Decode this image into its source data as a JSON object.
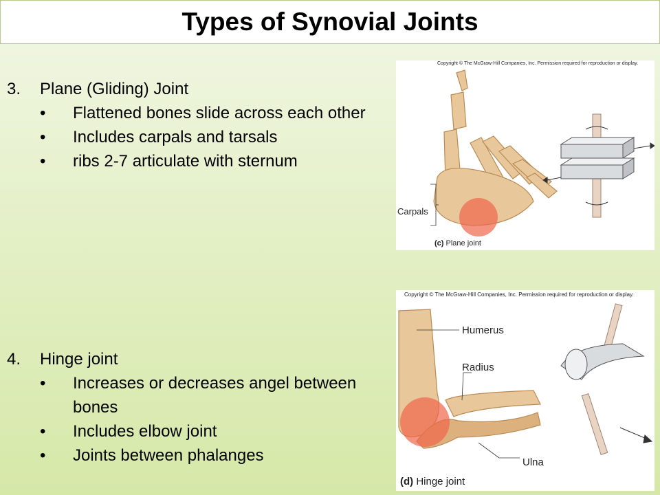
{
  "title": "Types of Synovial Joints",
  "sections": [
    {
      "number": "3.",
      "heading": "Plane (Gliding) Joint",
      "bullets": [
        "Flattened bones slide across each other",
        "Includes carpals and tarsals",
        "ribs 2-7 articulate with sternum"
      ]
    },
    {
      "number": "4.",
      "heading": "Hinge joint",
      "bullets": [
        "Increases or decreases angel between bones",
        "Includes elbow joint",
        "Joints between phalanges"
      ]
    }
  ],
  "bullet_glyph": "•",
  "figure_c": {
    "copyright": "Copyright © The McGraw-Hill Companies, Inc. Permission required for reproduction or display.",
    "label_carpals": "Carpals",
    "caption_letter": "(c)",
    "caption_text": "Plane joint"
  },
  "figure_d": {
    "copyright": "Copyright © The McGraw-Hill Companies, Inc. Permission required for reproduction or display.",
    "label_humerus": "Humerus",
    "label_radius": "Radius",
    "label_ulna": "Ulna",
    "caption_letter": "(d)",
    "caption_text": "Hinge joint"
  },
  "colors": {
    "bone": "#e8c89a",
    "bone_shadow": "#c99a63",
    "joint_highlight": "#f0654a",
    "block": "#d9dcdf"
  }
}
